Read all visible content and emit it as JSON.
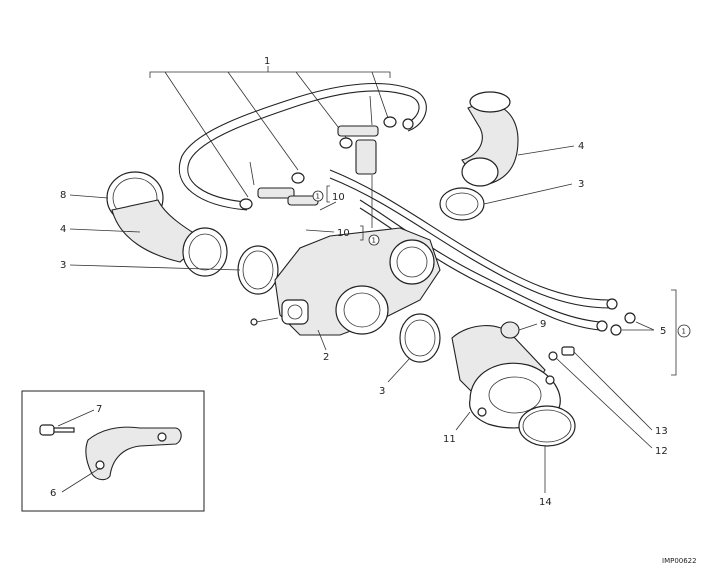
{
  "labels": {
    "l1": "1",
    "l2": "2",
    "l3a": "3",
    "l3b": "3",
    "l3c": "3",
    "l4a": "4",
    "l4b": "4",
    "l5": "5",
    "l6": "6",
    "l7": "7",
    "l8": "8",
    "l9": "9",
    "l10a": "10",
    "l10b": "10",
    "l11": "11",
    "l12": "12",
    "l13": "13",
    "l14": "14",
    "c1a": "1",
    "c1b": "1",
    "c1c": "1"
  },
  "drawing_code": "IMP00622"
}
